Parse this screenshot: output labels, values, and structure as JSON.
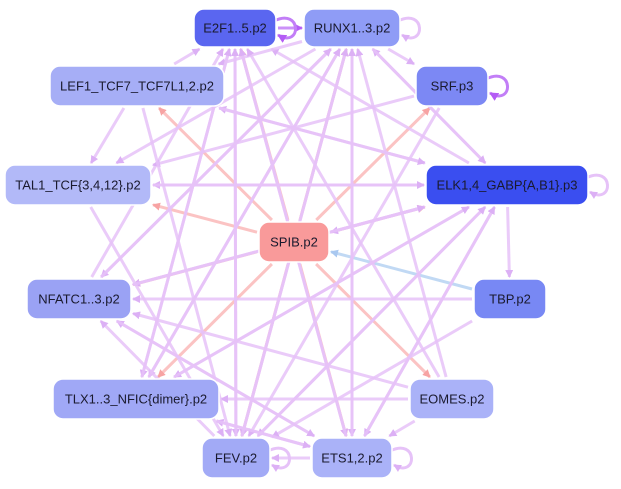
{
  "diagram": {
    "type": "directed-network",
    "colors": {
      "background": "#ffffff",
      "node_border": "#ffffff",
      "edge_purple": "#e2b8f7",
      "edge_purple_dark": "#c77dff",
      "edge_red": "#fbb4b4",
      "edge_blue": "#a9c8f0"
    },
    "nodes": [
      {
        "id": "e2f",
        "label": "E2F1..5.p2",
        "fill": "#5a66f0",
        "text_color": "#ffffff"
      },
      {
        "id": "runx",
        "label": "RUNX1..3.p2",
        "fill": "#8f9cf6",
        "text_color": "#1a1a2e"
      },
      {
        "id": "lef",
        "label": "LEF1_TCF7_TCF7L1,2.p2",
        "fill": "#a6aef6",
        "text_color": "#1a1a2e"
      },
      {
        "id": "srf",
        "label": "SRF.p3",
        "fill": "#7c88f4",
        "text_color": "#ffffff"
      },
      {
        "id": "tal",
        "label": "TAL1_TCF{3,4,12}.p2",
        "fill": "#b2b9f8",
        "text_color": "#1a1a2e"
      },
      {
        "id": "elk",
        "label": "ELK1,4_GABP{A,B1}.p3",
        "fill": "#3a4ef0",
        "text_color": "#ffffff"
      },
      {
        "id": "spib",
        "label": "SPIB.p2",
        "fill": "#f99a9a",
        "text_color": "#1a1a2e"
      },
      {
        "id": "nfatc",
        "label": "NFATC1..3.p2",
        "fill": "#9aa2f4",
        "text_color": "#1a1a2e"
      },
      {
        "id": "tbp",
        "label": "TBP.p2",
        "fill": "#7888f4",
        "text_color": "#ffffff"
      },
      {
        "id": "tlx",
        "label": "TLX1..3_NFIC{dimer}.p2",
        "fill": "#a0a8f6",
        "text_color": "#1a1a2e"
      },
      {
        "id": "eomes",
        "label": "EOMES.p2",
        "fill": "#aab2f8",
        "text_color": "#1a1a2e"
      },
      {
        "id": "fev",
        "label": "FEV.p2",
        "fill": "#a2aaf6",
        "text_color": "#1a1a2e"
      },
      {
        "id": "ets",
        "label": "ETS1,2.p2",
        "fill": "#aab2f8",
        "text_color": "#1a1a2e"
      }
    ],
    "edges": [
      {
        "from": "spib",
        "to": "e2f",
        "color": "red"
      },
      {
        "from": "spib",
        "to": "runx",
        "color": "red"
      },
      {
        "from": "spib",
        "to": "srf",
        "color": "red"
      },
      {
        "from": "spib",
        "to": "elk",
        "color": "red"
      },
      {
        "from": "spib",
        "to": "tal",
        "color": "red"
      },
      {
        "from": "spib",
        "to": "nfatc",
        "color": "red"
      },
      {
        "from": "spib",
        "to": "tlx",
        "color": "red"
      },
      {
        "from": "spib",
        "to": "fev",
        "color": "red"
      },
      {
        "from": "spib",
        "to": "ets",
        "color": "red"
      },
      {
        "from": "spib",
        "to": "eomes",
        "color": "red"
      },
      {
        "from": "spib",
        "to": "lef",
        "color": "red"
      },
      {
        "from": "tbp",
        "to": "spib",
        "color": "blue"
      },
      {
        "from": "elk",
        "to": "e2f",
        "color": "purple"
      },
      {
        "from": "elk",
        "to": "runx",
        "color": "purple"
      },
      {
        "from": "elk",
        "to": "lef",
        "color": "purple"
      },
      {
        "from": "elk",
        "to": "tal",
        "color": "purple"
      },
      {
        "from": "elk",
        "to": "nfatc",
        "color": "purple"
      },
      {
        "from": "elk",
        "to": "tlx",
        "color": "purple"
      },
      {
        "from": "elk",
        "to": "fev",
        "color": "purple"
      },
      {
        "from": "elk",
        "to": "ets",
        "color": "purple"
      },
      {
        "from": "elk",
        "to": "tbp",
        "color": "purple"
      },
      {
        "from": "elk",
        "to": "spib",
        "color": "purple"
      },
      {
        "from": "runx",
        "to": "lef",
        "color": "purple"
      },
      {
        "from": "runx",
        "to": "tal",
        "color": "purple"
      },
      {
        "from": "runx",
        "to": "nfatc",
        "color": "purple"
      },
      {
        "from": "runx",
        "to": "tlx",
        "color": "purple"
      },
      {
        "from": "runx",
        "to": "fev",
        "color": "purple"
      },
      {
        "from": "runx",
        "to": "ets",
        "color": "purple"
      },
      {
        "from": "runx",
        "to": "elk",
        "color": "purple"
      },
      {
        "from": "runx",
        "to": "srf",
        "color": "purple"
      },
      {
        "from": "e2f",
        "to": "runx",
        "color": "purple_dark"
      },
      {
        "from": "e2f",
        "to": "fev",
        "color": "purple"
      },
      {
        "from": "e2f",
        "to": "ets",
        "color": "purple"
      },
      {
        "from": "e2f",
        "to": "tlx",
        "color": "purple"
      },
      {
        "from": "lef",
        "to": "tal",
        "color": "purple"
      },
      {
        "from": "lef",
        "to": "elk",
        "color": "purple"
      },
      {
        "from": "lef",
        "to": "e2f",
        "color": "purple"
      },
      {
        "from": "tal",
        "to": "elk",
        "color": "purple"
      },
      {
        "from": "nfatc",
        "to": "runx",
        "color": "purple"
      },
      {
        "from": "nfatc",
        "to": "elk",
        "color": "purple"
      },
      {
        "from": "nfatc",
        "to": "e2f",
        "color": "purple"
      },
      {
        "from": "tlx",
        "to": "runx",
        "color": "purple"
      },
      {
        "from": "tlx",
        "to": "elk",
        "color": "purple"
      },
      {
        "from": "tlx",
        "to": "e2f",
        "color": "purple"
      },
      {
        "from": "fev",
        "to": "runx",
        "color": "purple"
      },
      {
        "from": "fev",
        "to": "e2f",
        "color": "purple"
      },
      {
        "from": "fev",
        "to": "elk",
        "color": "purple"
      },
      {
        "from": "fev",
        "to": "nfatc",
        "color": "purple"
      },
      {
        "from": "ets",
        "to": "runx",
        "color": "purple"
      },
      {
        "from": "ets",
        "to": "e2f",
        "color": "purple"
      },
      {
        "from": "ets",
        "to": "elk",
        "color": "purple"
      },
      {
        "from": "ets",
        "to": "nfatc",
        "color": "purple"
      },
      {
        "from": "ets",
        "to": "tlx",
        "color": "purple"
      },
      {
        "from": "ets",
        "to": "fev",
        "color": "purple"
      },
      {
        "from": "eomes",
        "to": "nfatc",
        "color": "purple"
      },
      {
        "from": "eomes",
        "to": "tlx",
        "color": "purple"
      },
      {
        "from": "eomes",
        "to": "ets",
        "color": "purple"
      },
      {
        "from": "eomes",
        "to": "runx",
        "color": "purple"
      },
      {
        "from": "eomes",
        "to": "e2f",
        "color": "purple"
      },
      {
        "from": "tbp",
        "to": "nfatc",
        "color": "purple"
      },
      {
        "from": "tbp",
        "to": "fev",
        "color": "purple"
      },
      {
        "from": "srf",
        "to": "tal",
        "color": "purple"
      },
      {
        "from": "srf",
        "to": "fev",
        "color": "purple"
      },
      {
        "from": "tal",
        "to": "fev",
        "color": "purple"
      },
      {
        "from": "lef",
        "to": "fev",
        "color": "purple"
      },
      {
        "from": "nfatc",
        "to": "ets",
        "color": "purple"
      },
      {
        "from": "tlx",
        "to": "ets",
        "color": "purple"
      }
    ],
    "self_loops": [
      {
        "node": "e2f",
        "color": "purple_dark"
      },
      {
        "node": "runx",
        "color": "purple"
      },
      {
        "node": "srf",
        "color": "purple_dark"
      },
      {
        "node": "elk",
        "color": "purple"
      },
      {
        "node": "fev",
        "color": "purple"
      },
      {
        "node": "ets",
        "color": "purple"
      }
    ]
  }
}
